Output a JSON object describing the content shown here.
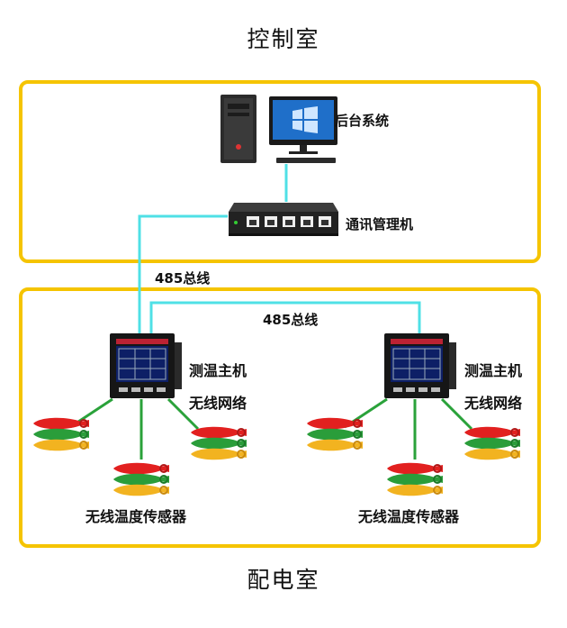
{
  "rooms": {
    "control_room": "控制室",
    "power_room": "配电室"
  },
  "devices": {
    "backend_system": "后台系统",
    "comm_manager": "通讯管理机",
    "host1_name": "测温主机",
    "host1_network": "无线网络",
    "host2_name": "测温主机",
    "host2_network": "无线网络",
    "sensors1": "无线温度传感器",
    "sensors2": "无线温度传感器"
  },
  "bus": {
    "label_upper": "485总线",
    "label_lower": "485总线"
  },
  "colors": {
    "zone_border": "#f5c400",
    "bus_line": "#4fe0e6",
    "wireless_line": "#2aa23a"
  },
  "icons": {
    "computer": "desktop-pc-icon",
    "switch": "network-switch-icon",
    "host": "temperature-host-icon",
    "sensor": "clamp-sensor-icon"
  }
}
